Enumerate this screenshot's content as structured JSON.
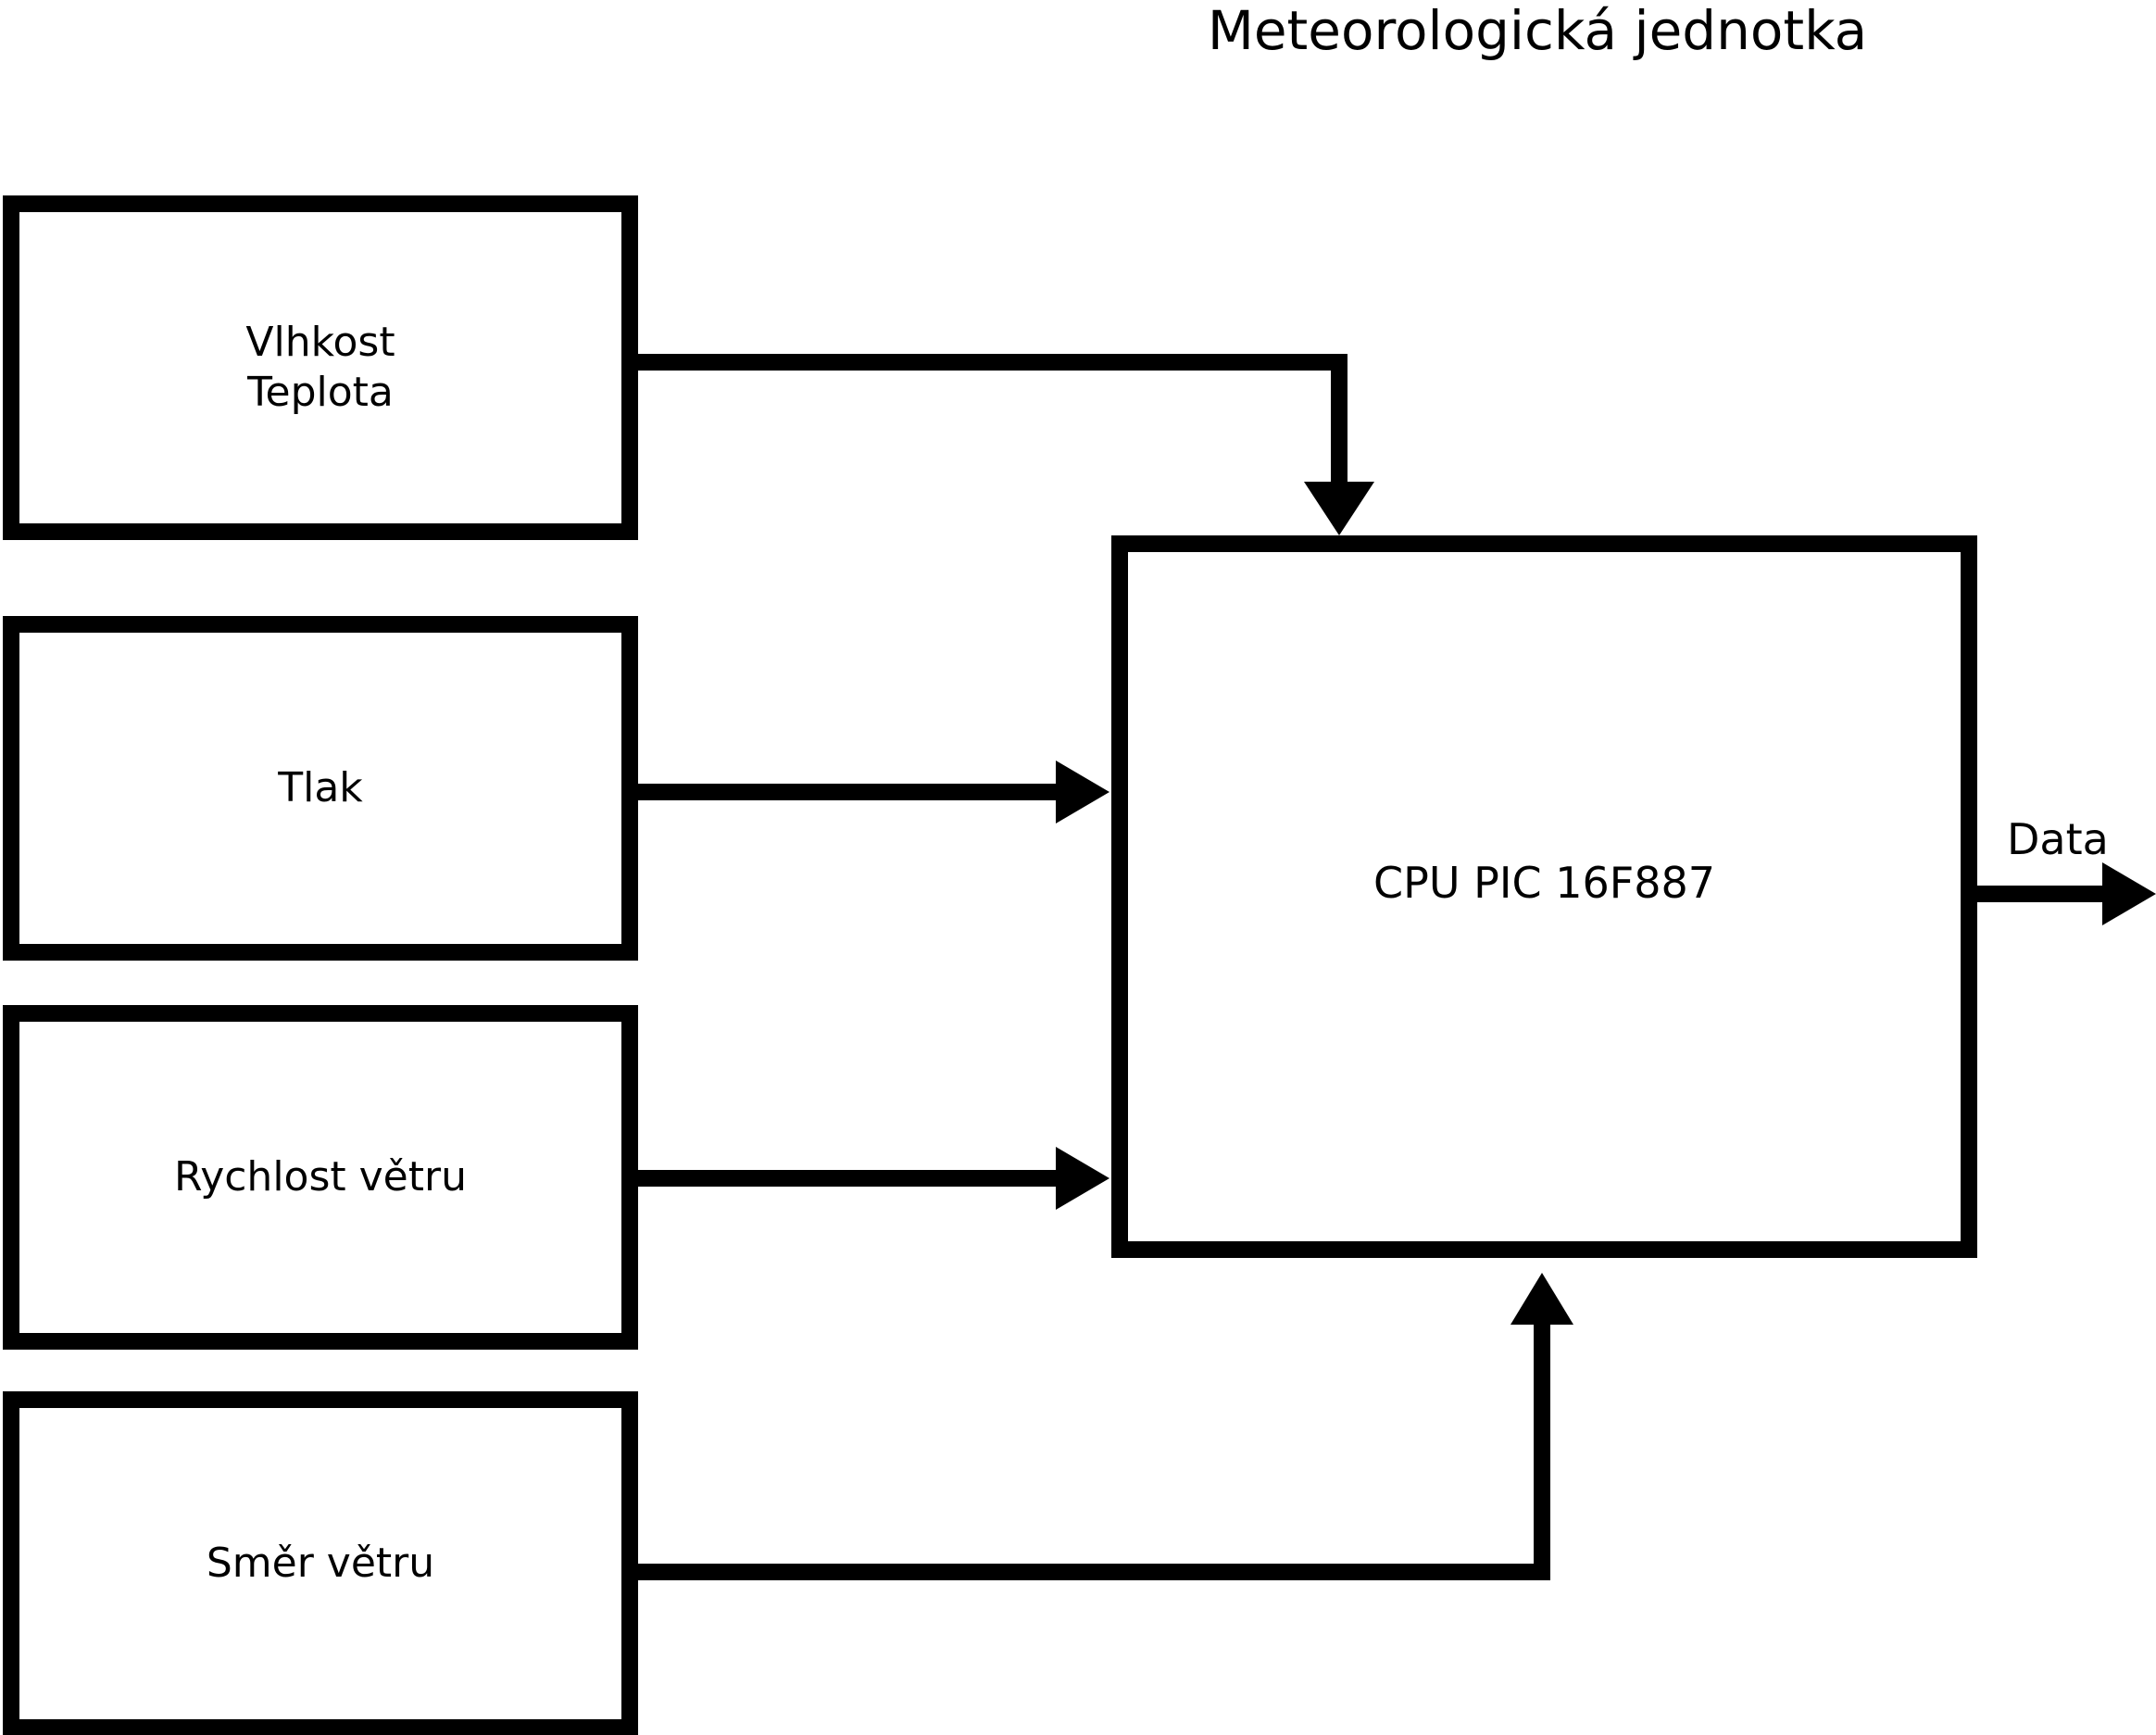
{
  "title": "Meteorologická jednotka",
  "diagram": {
    "type": "block-diagram",
    "nodes": [
      {
        "id": "humidity-temp",
        "label": "Vlhkost\nTeplota"
      },
      {
        "id": "pressure",
        "label": "Tlak"
      },
      {
        "id": "wind-speed",
        "label": "Rychlost větru"
      },
      {
        "id": "wind-dir",
        "label": "Směr větru"
      },
      {
        "id": "cpu",
        "label": "CPU PIC 16F887"
      }
    ],
    "edges": [
      {
        "from": "humidity-temp",
        "to": "cpu",
        "label": "",
        "arrow": "down"
      },
      {
        "from": "pressure",
        "to": "cpu",
        "label": "",
        "arrow": "right"
      },
      {
        "from": "wind-speed",
        "to": "cpu",
        "label": "",
        "arrow": "right"
      },
      {
        "from": "wind-dir",
        "to": "cpu",
        "label": "",
        "arrow": "up"
      },
      {
        "from": "cpu",
        "to": "output",
        "label": "Data",
        "arrow": "right"
      }
    ],
    "output_label": "Data",
    "colors": {
      "stroke": "#000000",
      "fill": "#ffffff",
      "text": "#000000"
    }
  }
}
